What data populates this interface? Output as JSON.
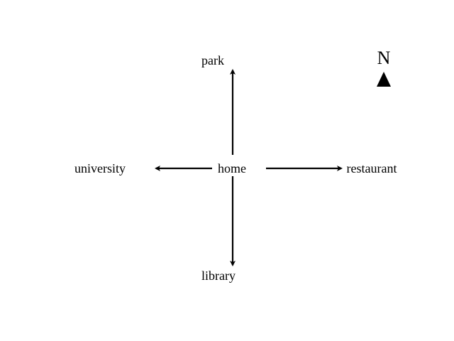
{
  "diagram": {
    "center": "home",
    "nodes": {
      "north": "park",
      "south": "library",
      "east": "restaurant",
      "west": "university"
    },
    "edges": [
      {
        "from": "home",
        "to": "park",
        "direction": "north"
      },
      {
        "from": "home",
        "to": "library",
        "direction": "south"
      },
      {
        "from": "home",
        "to": "restaurant",
        "direction": "east"
      },
      {
        "from": "home",
        "to": "university",
        "direction": "west"
      }
    ]
  },
  "compass": {
    "label": "N",
    "icon": "north-arrow-icon"
  },
  "colors": {
    "ink": "#000000",
    "background": "#ffffff"
  }
}
